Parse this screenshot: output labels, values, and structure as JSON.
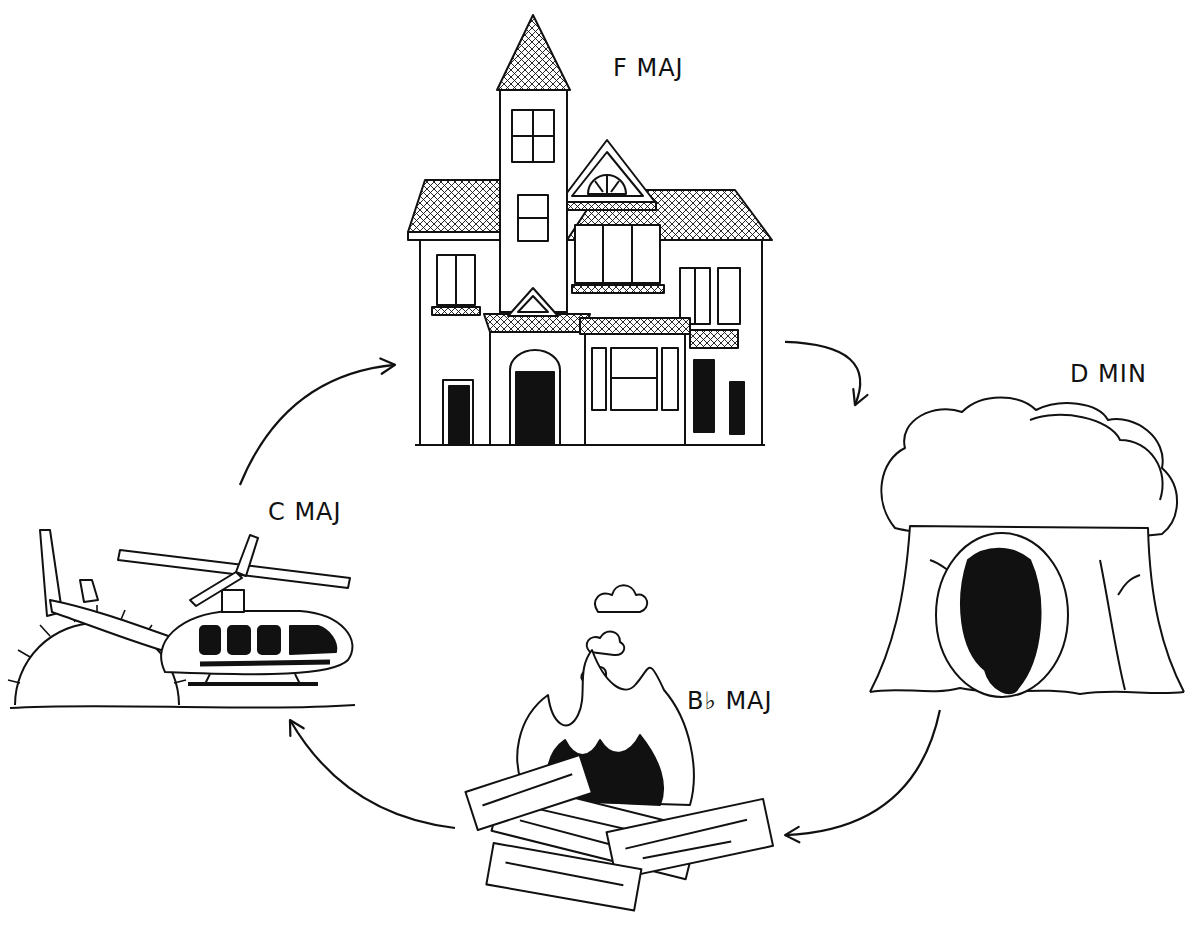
{
  "diagram": {
    "nodes": [
      {
        "text": [
          "F MAJ"
        ]
      },
      {
        "text": [
          "D MIN"
        ]
      },
      {
        "text": [
          "C MAJ"
        ]
      },
      {
        "text": [
          "B♭ MAJ"
        ]
      }
    ],
    "edges": [
      {
        "from": 0,
        "to": 1,
        "arrow": "to"
      },
      {
        "from": 1,
        "to": 3,
        "arrow": "to"
      },
      {
        "from": 3,
        "to": 2,
        "arrow": "to"
      },
      {
        "from": 2,
        "to": 0,
        "arrow": "to"
      }
    ]
  }
}
